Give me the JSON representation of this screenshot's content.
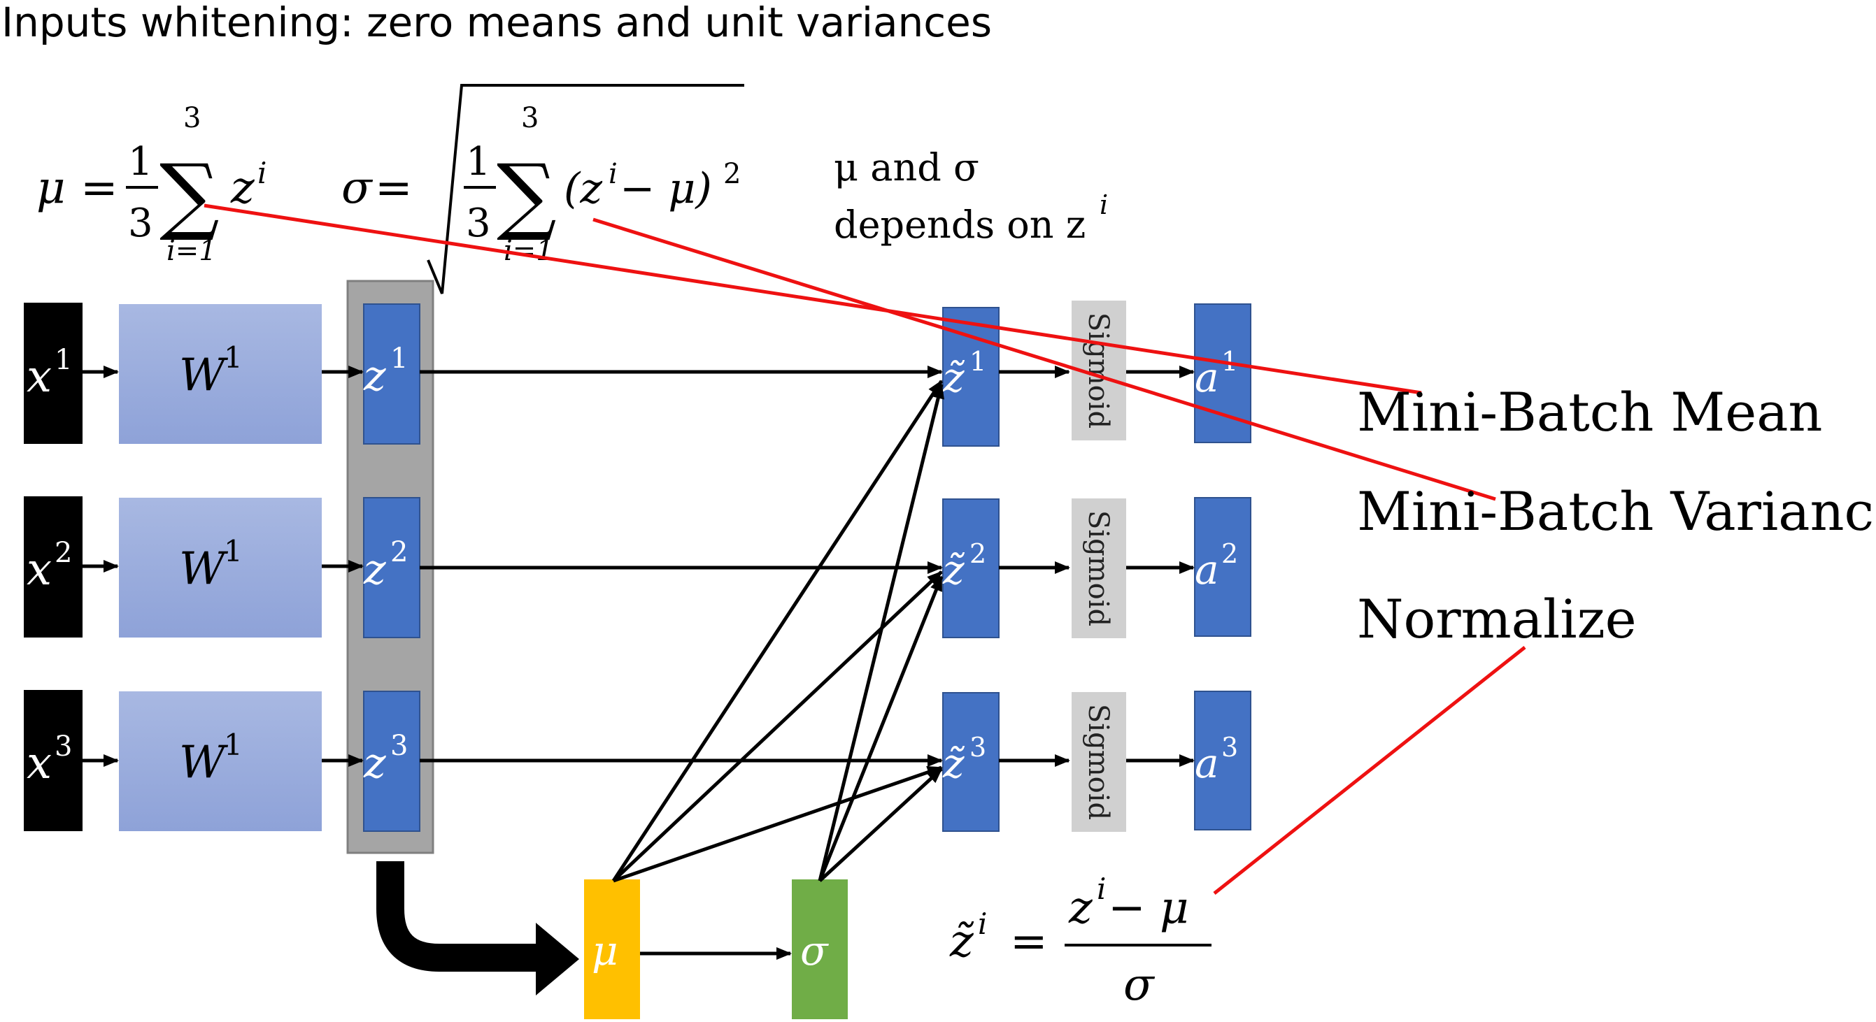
{
  "title": "Inputs whitening: zero means and unit variances",
  "formulas": {
    "mean": {
      "lhs": "μ",
      "eq": "=",
      "frac_num": "1",
      "frac_den": "3",
      "sum": "∑",
      "sum_upper": "3",
      "sum_lower": "i=1",
      "term": "z",
      "term_sup": "i"
    },
    "std": {
      "lhs": "σ",
      "eq": "=",
      "frac_num": "1",
      "frac_den": "3",
      "sum": "∑",
      "sum_upper": "3",
      "sum_lower": "i=1",
      "term": "(z",
      "term_sup": "i",
      "term_rest": " − μ)",
      "power": "2"
    },
    "note_line1": "μ and σ",
    "note_line2": "depends on z",
    "note_sup": "i",
    "normalize": {
      "lhs": "z̃",
      "lhs_sup": "i",
      "eq": "=",
      "num": "z",
      "num_sup": "i",
      "num_rest": " − μ",
      "den": "σ"
    }
  },
  "nodes": {
    "inputs": [
      {
        "base": "x",
        "sup": "1"
      },
      {
        "base": "x",
        "sup": "2"
      },
      {
        "base": "x",
        "sup": "3"
      }
    ],
    "weights": [
      {
        "base": "W",
        "sup": "1"
      },
      {
        "base": "W",
        "sup": "1"
      },
      {
        "base": "W",
        "sup": "1"
      }
    ],
    "z": [
      {
        "base": "z",
        "sup": "1"
      },
      {
        "base": "z",
        "sup": "2"
      },
      {
        "base": "z",
        "sup": "3"
      }
    ],
    "z_tilde": [
      {
        "base": "z̃",
        "sup": "1"
      },
      {
        "base": "z̃",
        "sup": "2"
      },
      {
        "base": "z̃",
        "sup": "3"
      }
    ],
    "sigmoid": [
      "Sigmoid",
      "Sigmoid",
      "Sigmoid"
    ],
    "a": [
      {
        "base": "a",
        "sup": "1"
      },
      {
        "base": "a",
        "sup": "2"
      },
      {
        "base": "a",
        "sup": "3"
      }
    ],
    "mu": "μ",
    "sigma": "σ"
  },
  "annotations": {
    "mean_label": "Mini-Batch Mean",
    "variance_label": "Mini-Batch Variance",
    "normalize_label": "Normalize"
  },
  "colors": {
    "input_box": "#000000",
    "weight_box": "#98aadc",
    "z_group": "#a5a5a5",
    "node_blue": "#4472c4",
    "sigmoid_box": "#d0d0d0",
    "mu_box": "#ffc000",
    "sigma_box": "#70ad47",
    "annotation_line": "#ee1111"
  }
}
